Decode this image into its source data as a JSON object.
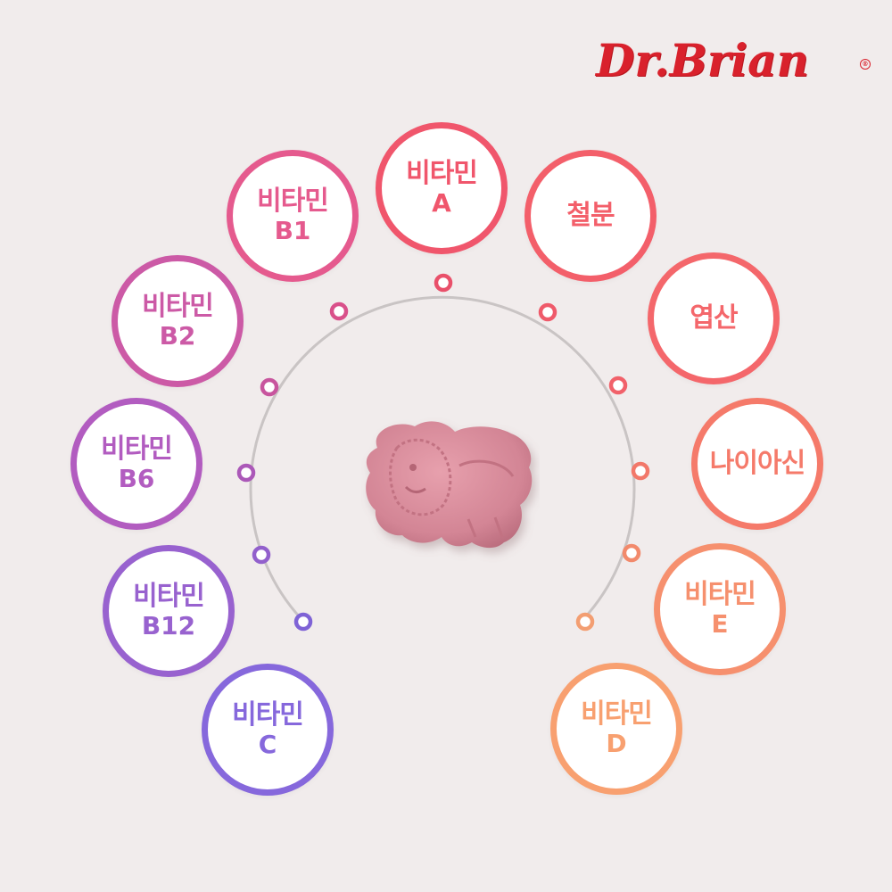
{
  "brand": {
    "logo_text": "Dr.Brian",
    "registered_mark": "®",
    "color": "#d9212c"
  },
  "track_color": "#c9c4c4",
  "nutrients": [
    {
      "id": "vitamin-a",
      "line1": "비타민",
      "line2": "A",
      "color": "#f0566c",
      "dot": "#e9506a"
    },
    {
      "id": "iron",
      "line1": "철분",
      "line2": "",
      "color": "#f35f6a",
      "dot": "#ef5a6a"
    },
    {
      "id": "folic-acid",
      "line1": "엽산",
      "line2": "",
      "color": "#f4676b",
      "dot": "#f1616a"
    },
    {
      "id": "niacin",
      "line1": "나이아신",
      "line2": "",
      "color": "#f57a6a",
      "dot": "#f2786a"
    },
    {
      "id": "vitamin-e",
      "line1": "비타민",
      "line2": "E",
      "color": "#f6906e",
      "dot": "#f28a6c"
    },
    {
      "id": "vitamin-d",
      "line1": "비타민",
      "line2": "D",
      "color": "#f8a070",
      "dot": "#f39e72"
    },
    {
      "id": "vitamin-b1",
      "line1": "비타민",
      "line2": "B1",
      "color": "#e55a8e",
      "dot": "#d9508a"
    },
    {
      "id": "vitamin-b2",
      "line1": "비타민",
      "line2": "B2",
      "color": "#cc5aa6",
      "dot": "#c8559e"
    },
    {
      "id": "vitamin-b6",
      "line1": "비타민",
      "line2": "B6",
      "color": "#b25cc0",
      "dot": "#ab58b8"
    },
    {
      "id": "vitamin-b12",
      "line1": "비타민",
      "line2": "B12",
      "color": "#9862cf",
      "dot": "#9260cc"
    },
    {
      "id": "vitamin-c",
      "line1": "비타민",
      "line2": "C",
      "color": "#8668dc",
      "dot": "#7f63d6"
    }
  ],
  "product": {
    "name": "lion-shaped-chewable-tablet",
    "color": "#d88a98"
  }
}
